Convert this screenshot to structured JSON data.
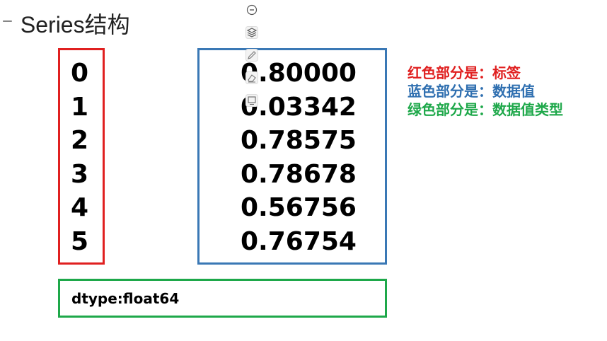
{
  "title": {
    "bullet": "⁻",
    "text": "Series结构"
  },
  "toolbar": {
    "icons": [
      "collapse-icon",
      "layers-icon",
      "pen-icon",
      "eraser-icon",
      "screen-icon"
    ]
  },
  "series": {
    "index": [
      "0",
      "1",
      "2",
      "3",
      "4",
      "5"
    ],
    "values": [
      "0.80000",
      "0.03342",
      "0.78575",
      "0.78678",
      "0.56756",
      "0.76754"
    ],
    "dtype": "dtype:float64"
  },
  "legend": {
    "red": "红色部分是：标签",
    "blue": "蓝色部分是：数据值",
    "green": "绿色部分是：数据值类型"
  },
  "colors": {
    "red": "#e02020",
    "blue": "#3a78b5",
    "green": "#1ea84a"
  }
}
